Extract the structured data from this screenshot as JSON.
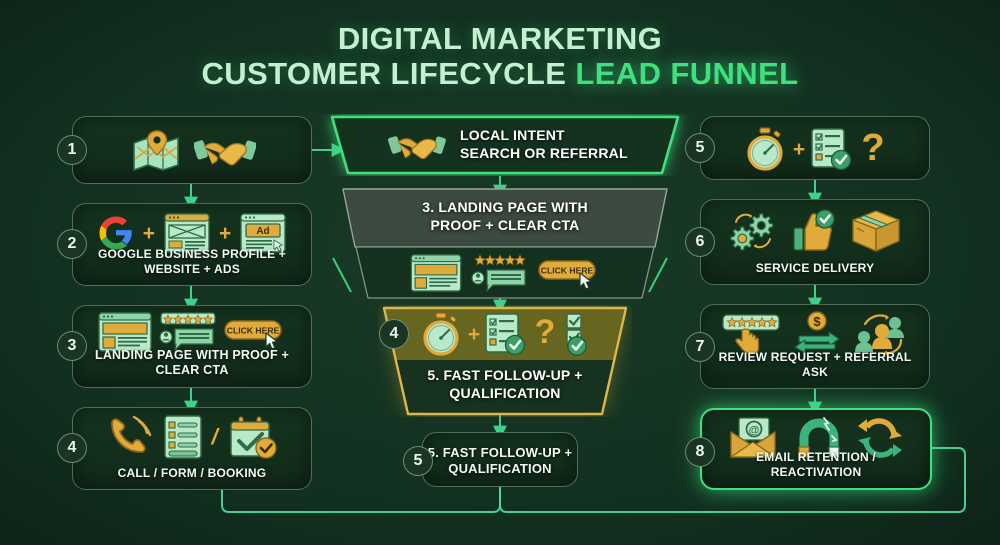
{
  "title": {
    "line1": "DIGITAL MARKETING",
    "line2_prefix": "CUSTOMER LIFECYCLE ",
    "line2_accent": "LEAD FUNNEL"
  },
  "colors": {
    "background": "#14301f",
    "accent_green": "#3ee07f",
    "mint": "#9fe3b8",
    "gold": "#e0ab3a",
    "text": "#f2faf4",
    "highlight_olive": "#6e6a22"
  },
  "left_column": [
    {
      "number": "1",
      "label": "",
      "icons": [
        "map-pin-icon",
        "handshake-icon"
      ]
    },
    {
      "number": "2",
      "label": "GOOGLE BUSINESS PROFILE + WEBSITE + ADS",
      "icons": [
        "google-logo-icon",
        "plus-sign",
        "website-wireframe-icon",
        "plus-sign",
        "ad-banner-icon"
      ]
    },
    {
      "number": "3",
      "label": "LANDING PAGE WITH PROOF + CLEAR CTA",
      "icons": [
        "landing-page-icon",
        "star-rating-review-icon",
        "click-here-button-icon"
      ]
    },
    {
      "number": "4",
      "label": "CALL / FORM / BOOKING",
      "icons": [
        "phone-ringing-icon",
        "form-checklist-icon",
        "slash-divider",
        "calendar-check-icon"
      ]
    }
  ],
  "funnel": {
    "tiers": [
      {
        "number": "",
        "label": "LOCAL INTENT\nSEARCH OR REFERRAL",
        "label_line1": "LOCAL INTENT",
        "label_line2": "SEARCH OR REFERRAL",
        "icons": [
          "handshake-icon"
        ],
        "highlighted": true
      },
      {
        "number": "",
        "label_line1": "3. LANDING PAGE WITH",
        "label_line2": "PROOF + CLEAR CTA",
        "icons": [],
        "highlighted": false
      },
      {
        "number": "",
        "label_line1": "",
        "label_line2": "",
        "icons": [
          "landing-page-icon",
          "star-rating-review-icon",
          "click-here-button-icon"
        ],
        "highlighted": false
      },
      {
        "number": "4",
        "label_line1": "5. FAST FOLLOW-UP +",
        "label_line2": "QUALIFICATION",
        "icons": [
          "stopwatch-icon",
          "plus-sign",
          "qualification-checklist-icon",
          "question-mark-icon",
          "checkbox-list-icon"
        ],
        "highlighted": true
      }
    ],
    "bottom_box": {
      "number": "5",
      "label_line1": "5. FAST FOLLOW-UP +",
      "label_line2": "QUALIFICATION"
    }
  },
  "right_column": [
    {
      "number": "5",
      "label": "",
      "icons": [
        "stopwatch-icon",
        "plus-sign",
        "qualification-checklist-icon",
        "question-mark-icon"
      ]
    },
    {
      "number": "6",
      "label": "SERVICE DELIVERY",
      "icons": [
        "gears-cycle-icon",
        "thumbs-up-check-icon",
        "package-box-icon"
      ]
    },
    {
      "number": "7",
      "label": "REVIEW REQUEST + REFERRAL ASK",
      "icons": [
        "star-rating-tap-icon",
        "money-exchange-icon",
        "people-referral-icon"
      ]
    },
    {
      "number": "8",
      "label": "EMAIL RETENTION / REACTIVATION",
      "icons": [
        "email-at-icon",
        "magnet-icon",
        "refresh-cycle-icon"
      ]
    }
  ],
  "cta_button_text": "CLICK HERE",
  "ad_label": "Ad"
}
